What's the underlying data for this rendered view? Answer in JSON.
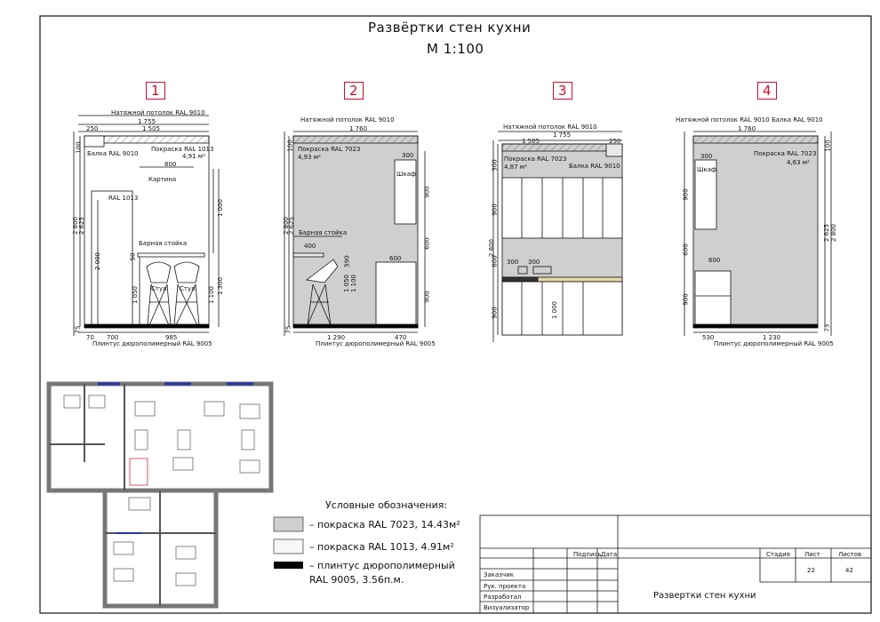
{
  "header": {
    "title": "Развёртки стен кухни",
    "scale": "М 1:100"
  },
  "walls": [
    {
      "number": "1",
      "labels": {
        "ceiling": "Натяжной потолок RAL 9010",
        "beam": "Балка RAL 9010",
        "paint": "Покраска RAL 1013",
        "area": "4,91 м²",
        "picture": "Картина",
        "door": "RAL 1013",
        "bar": "Барная стойка",
        "chair1": "Стул",
        "chair2": "Стул",
        "plinth": "Плинтус дюрополимерный RAL 9005"
      },
      "dims": {
        "top_total": "1 755",
        "top_inner": "1 505",
        "beam_w": "250",
        "beam_h": "100",
        "picture_w": "800",
        "h_total": "2 800",
        "h_inner": "2 625",
        "door_h": "2 000",
        "pic_h": "1 000",
        "bar_h": "1 100",
        "chair_h": "1 050",
        "bar_top": "50",
        "right_h": "1 300",
        "plinth_h": "75",
        "b1": "70",
        "b2": "700",
        "b3": "985"
      }
    },
    {
      "number": "2",
      "labels": {
        "ceiling": "Натяжной потолок RAL 9010",
        "paint": "Покраска RAL 7023",
        "area": "4,93 м²",
        "cabinet": "Шкаф",
        "bar": "Барная стойка",
        "plinth": "Плинтус дюрополимерный RAL 9005"
      },
      "dims": {
        "top": "1 760",
        "cab_w": "300",
        "ceil_h": "100",
        "h_total": "2 800",
        "h_inner": "2 625",
        "cab_h": "900",
        "mid_h": "600",
        "low_h": "900",
        "bar_w": "400",
        "bar_h": "590",
        "chair_h1": "1 050",
        "chair_h2": "1 100",
        "fridge_w": "600",
        "plinth_h": "75",
        "b1": "1 290",
        "b2": "470"
      }
    },
    {
      "number": "3",
      "labels": {
        "ceiling": "Натяжной потолок RAL 9010",
        "paint": "Покраска RAL 7023",
        "area": "4,87 м²",
        "beam": "Балка RAL 9010"
      },
      "dims": {
        "top_total": "1 755",
        "top_inner": "1 505",
        "beam_w": "250",
        "h_top": "300",
        "h_upper": "900",
        "h_total": "2 800",
        "h_mid": "600",
        "h_low": "900",
        "sink_w": "300",
        "hob_w": "300",
        "h_1000": "1 000"
      }
    },
    {
      "number": "4",
      "labels": {
        "ceiling": "Натяжной потолок RAL 9010",
        "beam": "Балка RAL 9010",
        "paint": "Покраска RAL 7023",
        "area": "4,63 м²",
        "cabinet": "Шкаф",
        "plinth": "Плинтус дюрополимерный RAL 9005"
      },
      "dims": {
        "top": "1 760",
        "cab_w": "300",
        "ceil_h": "100",
        "h_total": "2 800",
        "h_inner": "2 625",
        "cab_h": "900",
        "mid_h": "600",
        "low_h": "900",
        "fridge_w": "600",
        "b1": "530",
        "b2": "1 230",
        "plinth_h": "75"
      }
    }
  ],
  "legend": {
    "title": "Условные обозначения:",
    "items": [
      {
        "text": "– покраска RAL 7023, 14.43м²",
        "swatch": "#cfcfcf"
      },
      {
        "text": "– покраска RAL 1013, 4.91м²",
        "swatch": "#f7f7f7"
      },
      {
        "text": "– плинтус дюрополимерный",
        "swatch": "#000000"
      }
    ],
    "item3_line2": "RAL 9005, 3.56п.м."
  },
  "stamp": {
    "headers": {
      "sign": "Подпись",
      "date": "Дата",
      "stage": "Стадия",
      "sheet": "Лист",
      "sheets": "Листов"
    },
    "roles": [
      "Заказчик",
      "Рук. проекта",
      "Разработал",
      "Визуализатор"
    ],
    "sheet_no": "22",
    "sheets_total": "42",
    "doc_title": "Развертки стен кухни"
  },
  "colors": {
    "gray_paint": "#cfcfcf",
    "line": "#111111",
    "accent": "#c8102e",
    "plan_wall": "#9a9a9a",
    "window": "#2233aa"
  }
}
